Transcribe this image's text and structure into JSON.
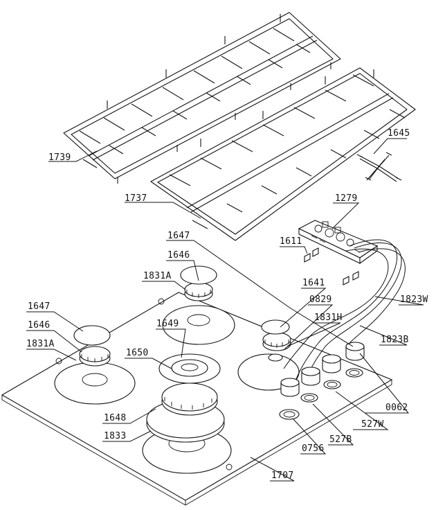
{
  "diagram": {
    "labels": {
      "grate_left": "1739",
      "grate_right": "1737",
      "grate_small": "1645",
      "control_board": "1279",
      "spark_clips": "1611",
      "cap_rear_left": "1647",
      "head_rear_left": "1646",
      "ring_rear_left": "1831A",
      "cap_front_left": "1647",
      "head_front_left": "1646",
      "ring_front_left": "1831A",
      "wok_outer_cap": "1649",
      "wok_inner_cap": "1650",
      "wok_burner": "1648",
      "wok_ring": "1833",
      "cap_right": "1641",
      "thermocouple": "0829",
      "ring_right": "1831H",
      "wire_white": "1823W",
      "wire_black": "1823B",
      "knobs": "0062",
      "bezel_white": "527W",
      "bezel_black": "527B",
      "knob_base": "0756",
      "hob_top": "1707"
    }
  }
}
